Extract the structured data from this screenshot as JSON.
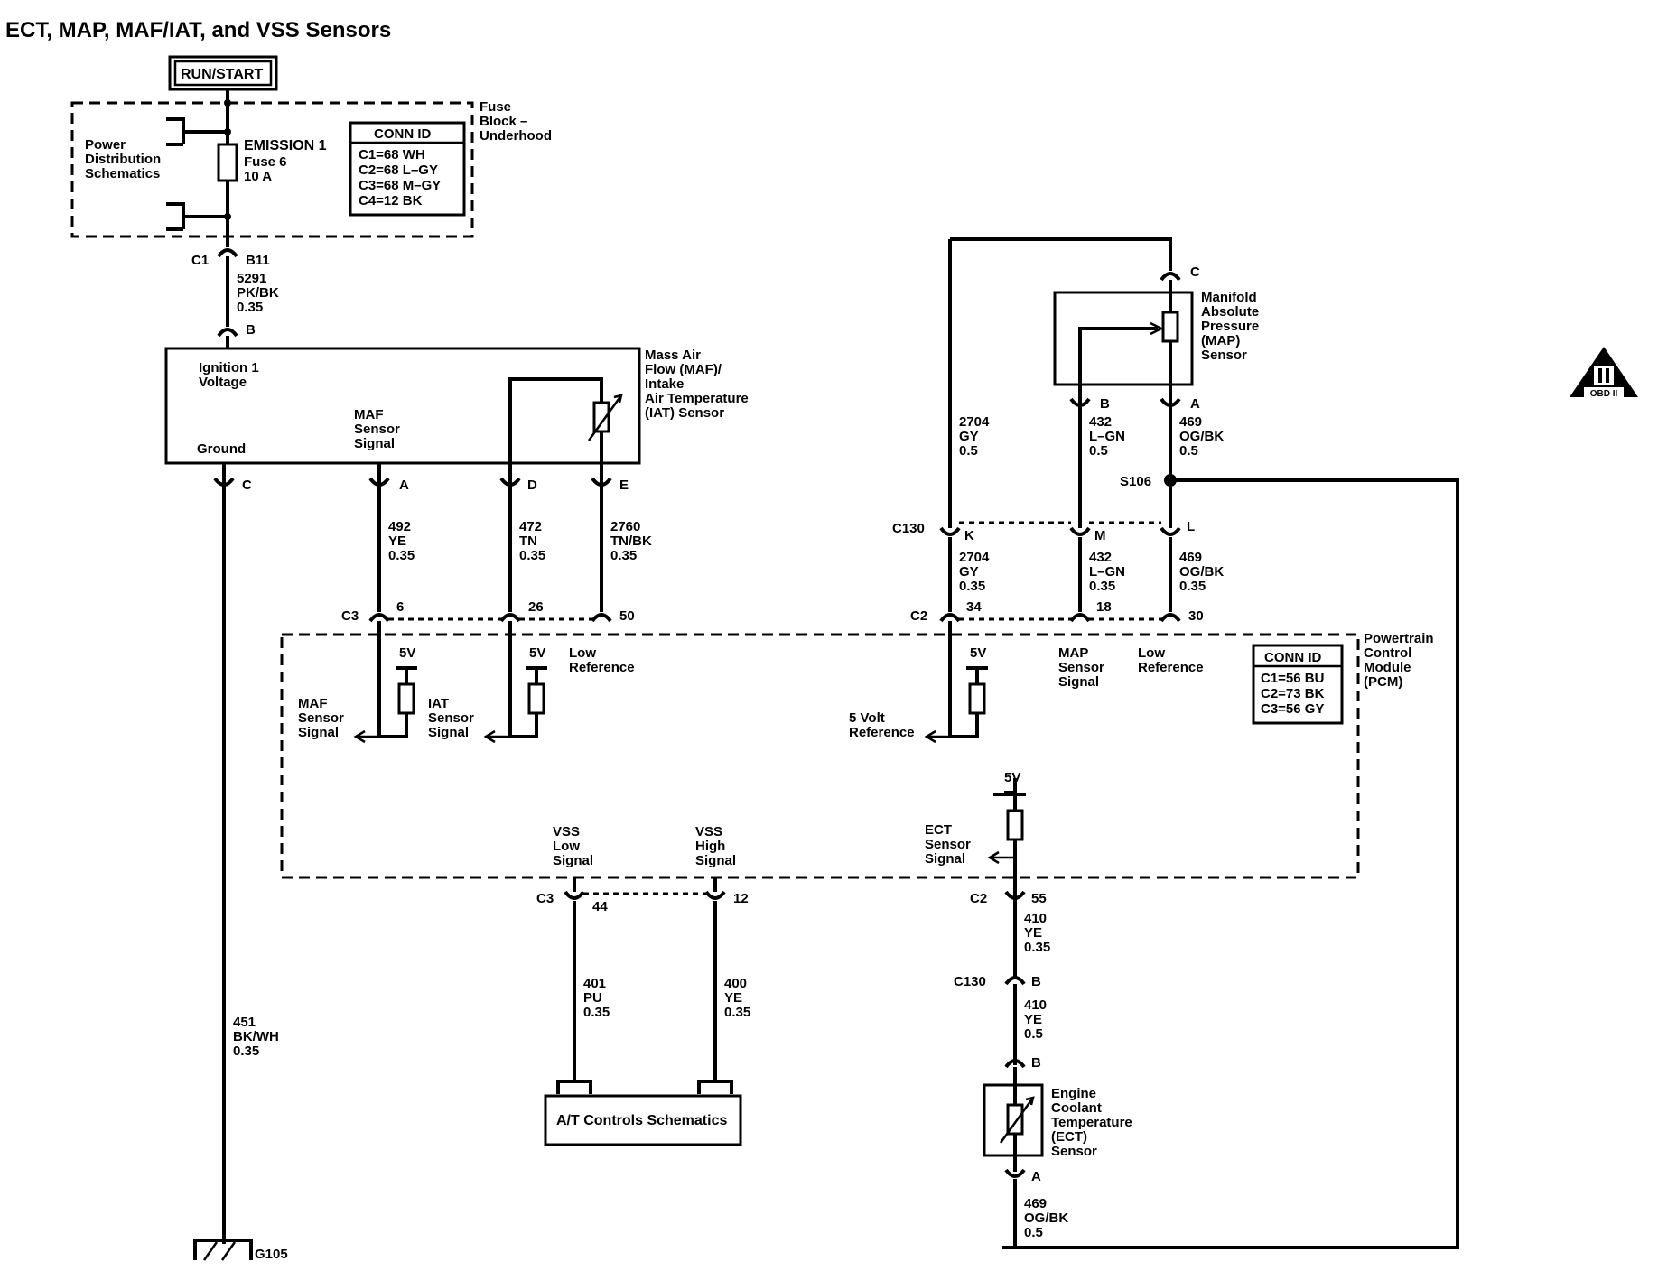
{
  "title": "ECT, MAP, MAF/IAT, and VSS Sensors",
  "run_start": "RUN/START",
  "fuse_block": {
    "l1": "Fuse",
    "l2": "Block –",
    "l3": "Underhood"
  },
  "power_dist": {
    "l1": "Power",
    "l2": "Distribution",
    "l3": "Schematics"
  },
  "fuse": {
    "name": "EMISSION 1",
    "num": "Fuse 6",
    "amp": "10 A"
  },
  "conn_id_fuse": {
    "header": "CONN ID",
    "rows": [
      "C1=68 WH",
      "C2=68 L–GY",
      "C3=68 M–GY",
      "C4=12 BK"
    ]
  },
  "c1": {
    "conn": "C1",
    "pin": "B11"
  },
  "wire_5291": {
    "num": "5291",
    "color": "PK/BK",
    "gauge": "0.35"
  },
  "maf_sensor": {
    "pin_b": "B",
    "ign_l1": "Ignition 1",
    "ign_l2": "Voltage",
    "maf_l1": "MAF",
    "maf_l2": "Sensor",
    "maf_l3": "Signal",
    "ground": "Ground",
    "name_l1": "Mass Air",
    "name_l2": "Flow (MAF)/",
    "name_l3": "Intake",
    "name_l4": "Air Temperature",
    "name_l5": "(IAT) Sensor",
    "pin_c": "C",
    "pin_a": "A",
    "pin_d": "D",
    "pin_e": "E"
  },
  "wire_492": {
    "num": "492",
    "color": "YE",
    "gauge": "0.35"
  },
  "wire_472": {
    "num": "472",
    "color": "TN",
    "gauge": "0.35"
  },
  "wire_2760": {
    "num": "2760",
    "color": "TN/BK",
    "gauge": "0.35"
  },
  "wire_451": {
    "num": "451",
    "color": "BK/WH",
    "gauge": "0.35"
  },
  "g105": "G105",
  "c3_top": {
    "conn": "C3",
    "p1": "6",
    "p2": "26",
    "p3": "50"
  },
  "pcm": {
    "v5": "5V",
    "low_ref_l1": "Low",
    "low_ref_l2": "Reference",
    "maf_sig_l1": "MAF",
    "maf_sig_l2": "Sensor",
    "maf_sig_l3": "Signal",
    "iat_sig_l1": "IAT",
    "iat_sig_l2": "Sensor",
    "iat_sig_l3": "Signal",
    "ref5_l1": "5 Volt",
    "ref5_l2": "Reference",
    "map_sig_l1": "MAP",
    "map_sig_l2": "Sensor",
    "map_sig_l3": "Signal",
    "name_l1": "Powertrain",
    "name_l2": "Control",
    "name_l3": "Module",
    "name_l4": "(PCM)",
    "ect_l1": "ECT",
    "ect_l2": "Sensor",
    "ect_l3": "Signal",
    "vss_low_l1": "VSS",
    "vss_low_l2": "Low",
    "vss_low_l3": "Signal",
    "vss_high_l1": "VSS",
    "vss_high_l2": "High",
    "vss_high_l3": "Signal"
  },
  "conn_id_pcm": {
    "header": "CONN ID",
    "rows": [
      "C1=56 BU",
      "C2=73 BK",
      "C3=56 GY"
    ]
  },
  "map_sensor": {
    "pin_c": "C",
    "pin_b": "B",
    "pin_a": "A",
    "name_l1": "Manifold",
    "name_l2": "Absolute",
    "name_l3": "Pressure",
    "name_l4": "(MAP)",
    "name_l5": "Sensor"
  },
  "wire_2704_top": {
    "num": "2704",
    "color": "GY",
    "gauge": "0.5"
  },
  "wire_432_top": {
    "num": "432",
    "color": "L–GN",
    "gauge": "0.5"
  },
  "wire_469_top": {
    "num": "469",
    "color": "OG/BK",
    "gauge": "0.5"
  },
  "s106": "S106",
  "c130_top": {
    "conn": "C130",
    "k": "K",
    "m": "M",
    "l": "L"
  },
  "wire_2704_bot": {
    "num": "2704",
    "color": "GY",
    "gauge": "0.35"
  },
  "wire_432_bot": {
    "num": "432",
    "color": "L–GN",
    "gauge": "0.35"
  },
  "wire_469_bot": {
    "num": "469",
    "color": "OG/BK",
    "gauge": "0.35"
  },
  "c2_top": {
    "conn": "C2",
    "p1": "34",
    "p2": "18",
    "p3": "30"
  },
  "c3_bot": {
    "conn": "C3",
    "p1": "44",
    "p2": "12"
  },
  "wire_401": {
    "num": "401",
    "color": "PU",
    "gauge": "0.35"
  },
  "wire_400": {
    "num": "400",
    "color": "YE",
    "gauge": "0.35"
  },
  "at_controls": "A/T Controls Schematics",
  "c2_bot": {
    "conn": "C2",
    "pin": "55"
  },
  "wire_410a": {
    "num": "410",
    "color": "YE",
    "gauge": "0.35"
  },
  "c130_bot": {
    "conn": "C130",
    "pin": "B"
  },
  "wire_410b": {
    "num": "410",
    "color": "YE",
    "gauge": "0.5"
  },
  "ect_sensor": {
    "pin_b": "B",
    "pin_a": "A",
    "name_l1": "Engine",
    "name_l2": "Coolant",
    "name_l3": "Temperature",
    "name_l4": "(ECT)",
    "name_l5": "Sensor"
  },
  "wire_469_ect": {
    "num": "469",
    "color": "OG/BK",
    "gauge": "0.5"
  },
  "obd": "OBD II"
}
